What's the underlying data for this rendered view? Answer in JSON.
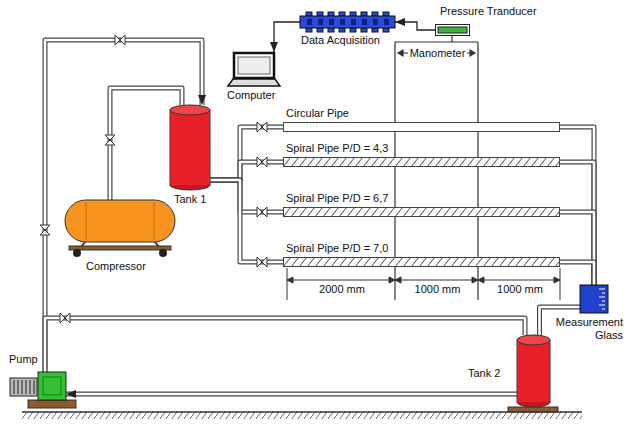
{
  "diagram": {
    "nodes": [
      {
        "text": [
          "Computer"
        ]
      },
      {
        "text": [
          "Data Acquisition"
        ]
      },
      {
        "text": [
          "Pressure Tranducer"
        ]
      },
      {
        "text": [
          "Tank 1"
        ]
      },
      {
        "text": [
          "Compressor"
        ]
      },
      {
        "text": [
          "Circular Pipe"
        ]
      },
      {
        "text": [
          "Spiral Pipe P/D = 4,3"
        ]
      },
      {
        "text": [
          "Spiral Pipe P/D = 6,7"
        ]
      },
      {
        "text": [
          "Spiral Pipe P/D = 7,0"
        ]
      },
      {
        "text": [
          "Measurement Glass"
        ]
      },
      {
        "text": [
          "Pump"
        ]
      },
      {
        "text": [
          "Tank 2"
        ]
      }
    ],
    "edges": [
      {
        "from": 1,
        "to": 0,
        "arrow": "to"
      },
      {
        "from": 2,
        "to": 1,
        "arrow": "to"
      },
      {
        "from": 4,
        "to": 3,
        "arrow": "none"
      },
      {
        "from": 10,
        "to": 3,
        "arrow": "to"
      },
      {
        "from": 3,
        "to": 5,
        "arrow": "none"
      },
      {
        "from": 3,
        "to": 6,
        "arrow": "none"
      },
      {
        "from": 3,
        "to": 7,
        "arrow": "none"
      },
      {
        "from": 3,
        "to": 8,
        "arrow": "none"
      },
      {
        "from": 5,
        "to": 9,
        "arrow": "none"
      },
      {
        "from": 6,
        "to": 9,
        "arrow": "none"
      },
      {
        "from": 7,
        "to": 9,
        "arrow": "none"
      },
      {
        "from": 8,
        "to": 9,
        "arrow": "none"
      },
      {
        "from": 9,
        "to": 11,
        "arrow": "none"
      },
      {
        "from": 10,
        "to": 11,
        "arrow": "none"
      },
      {
        "from": 11,
        "to": 10,
        "arrow": "to"
      }
    ],
    "labels": [
      "Manometer",
      "2000 mm",
      "1000 mm",
      "1000 mm"
    ]
  }
}
